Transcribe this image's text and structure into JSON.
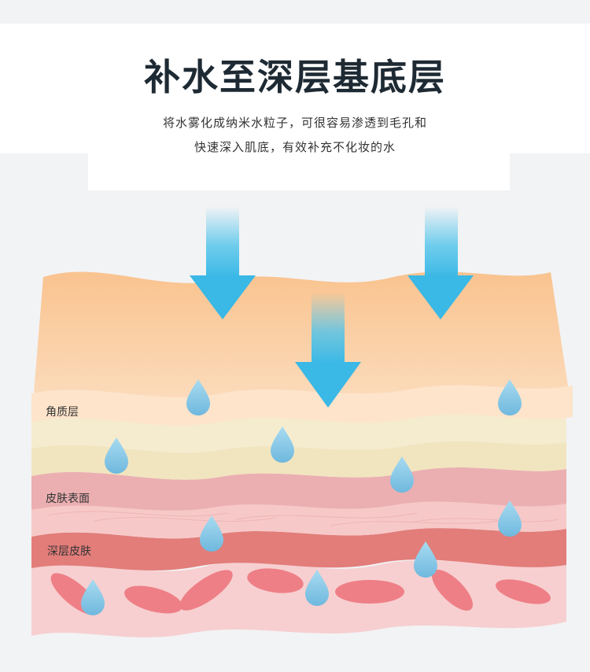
{
  "header": {
    "title": "补水至深层基底层",
    "desc_line1": "将水雾化成纳米水粒子，可很容易渗透到毛孔和",
    "desc_line2": "快速深入肌底，有效补充不化妆的水"
  },
  "layers": {
    "stratum_corneum": "角质层",
    "skin_surface": "皮肤表面",
    "deep_skin": "深层皮肤"
  },
  "colors": {
    "title": "#1e2a33",
    "arrow": "#4fc3ea",
    "droplet": "#7fc7e6",
    "layer_orange": "#f9c898",
    "layer_cream": "#f5ecd0",
    "layer_pink": "#e8a5a8",
    "layer_red": "#e27d7a"
  }
}
